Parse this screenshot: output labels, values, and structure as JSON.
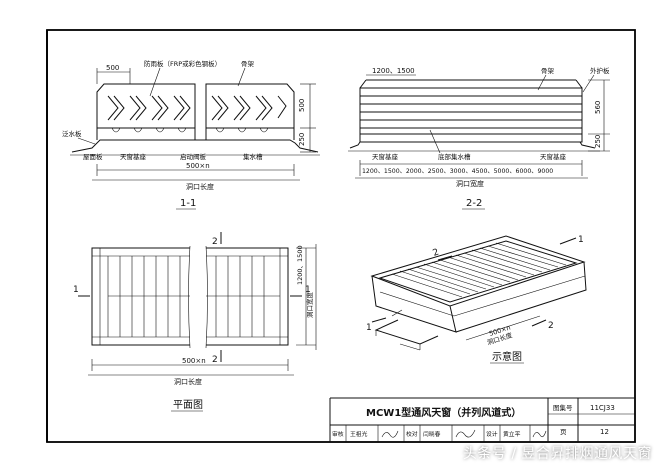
{
  "section_1_1": {
    "labels": {
      "dim_500": "500",
      "fangyu": "防雨板（FRP或彩色钢板）",
      "gujia": "骨架",
      "fanshui": "泛水板",
      "wumianban": "屋面板",
      "tianchuang_jizuo": "天窗基座",
      "qidong_fa": "启动阀板",
      "jishuicao": "集水槽",
      "span": "500×n",
      "opening": "洞口长度",
      "h500": "500",
      "h250": "250"
    },
    "title": "1-1"
  },
  "section_2_2": {
    "labels": {
      "dims_top": "1200、1500",
      "gujia": "骨架",
      "waihuban": "外护板",
      "tianchuang_jizuo_l": "天窗基座",
      "dibu_jishuicao": "底部集水槽",
      "tianchuang_jizuo_r": "天窗基座",
      "widths": "1200、1500、2000、2500、3000、4500、5000、6000、9000",
      "opening_width": "洞口宽度",
      "h560": "560",
      "h250": "250"
    },
    "title": "2-2"
  },
  "plan": {
    "dims_side": "1200、1500",
    "opening_width": "洞口宽度",
    "span": "500×n",
    "opening_length": "洞口长度",
    "mark_1": "1",
    "mark_2": "2",
    "title": "平面图"
  },
  "iso": {
    "span": "500×n",
    "opening_length": "洞口长度",
    "mark_1": "1",
    "mark_2": "2",
    "title": "示意图"
  },
  "title_block": {
    "title": "MCW1型通风天窗（并列风道式）",
    "fig_no_label": "图集号",
    "fig_no": "11CJ33",
    "page_label": "页",
    "page": "12",
    "review_label": "审核",
    "reviewer": "王祖光",
    "check_label": "校对",
    "checker": "闫晓春",
    "design_label": "设计",
    "designer": "黄立平"
  },
  "watermark": "头条号 / 昱合昇排烟通风天窗"
}
